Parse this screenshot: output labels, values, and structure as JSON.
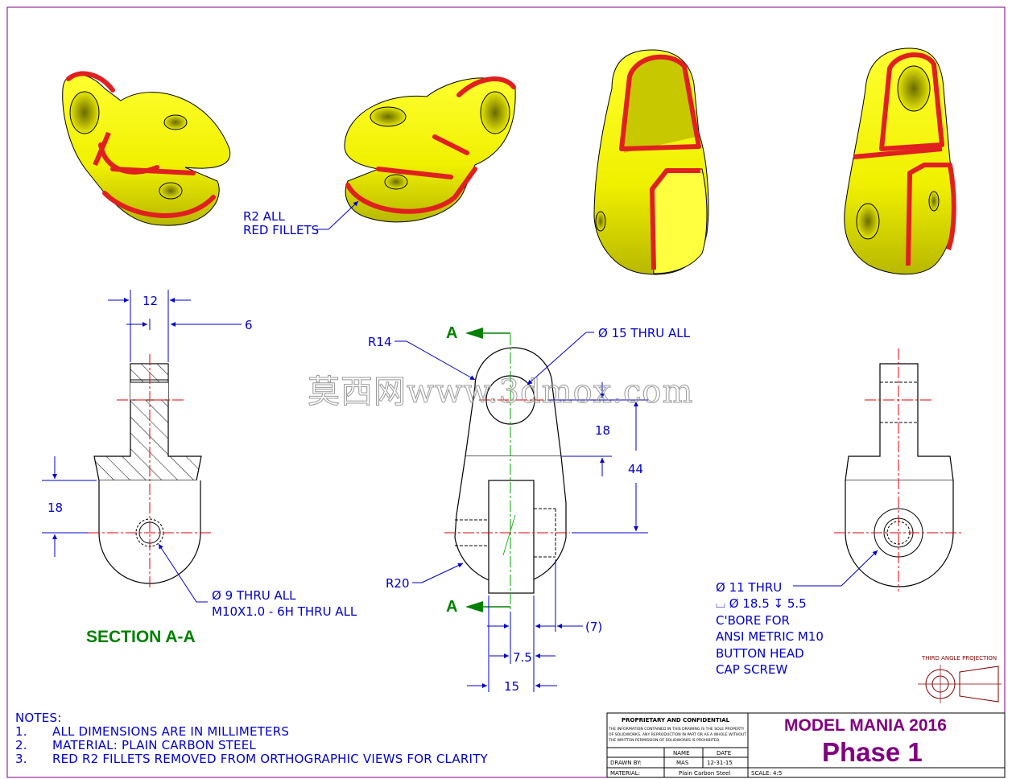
{
  "dims": {
    "d12": "12",
    "d6": "6",
    "d18_left": "18",
    "d9": "Ø 9 THRU ALL",
    "m10": "M10X1.0 - 6H THRU ALL",
    "r14": "R14",
    "d15thru": "Ø 15 THRU ALL",
    "d18_mid": "18",
    "d44": "44",
    "r20": "R20",
    "d7": "(7)",
    "d75": "7.5",
    "d15": "15",
    "fillet1": "R2 ALL",
    "fillet2": "RED FILLETS",
    "cb1": "Ø 11 THRU",
    "cb2": "⌴ Ø 18.5 ↧ 5.5",
    "cb3": "C'BORE FOR",
    "cb4": "ANSI METRIC M10",
    "cb5": "BUTTON HEAD",
    "cb6": "CAP SCREW"
  },
  "section": {
    "label": "SECTION A-A",
    "markA": "A"
  },
  "watermark": "莫西网www.3dmox.com",
  "projection": "THIRD ANGLE PROJECTION",
  "notes": {
    "title": "NOTES:",
    "items": [
      {
        "n": "1.",
        "text": "ALL DIMENSIONS ARE IN MILLIMETERS"
      },
      {
        "n": "2.",
        "text": "MATERIAL: PLAIN CARBON STEEL"
      },
      {
        "n": "3.",
        "text": "RED R2 FILLETS REMOVED FROM ORTHOGRAPHIC VIEWS FOR CLARITY"
      }
    ]
  },
  "titleblock": {
    "prop_title": "PROPRIETARY AND CONFIDENTIAL",
    "prop_l1": "THE INFORMATION CONTAINED IN THIS DRAWING IS THE SOLE PROPERTY",
    "prop_l2": "OF SOLIDWORKS. ANY REPRODUCTION IN PART OR AS A WHOLE WITHOUT",
    "prop_l3": "THE WRITTEN PERMISSION OF SOLIDWORKS IS PROHIBITED.",
    "name_hdr": "NAME",
    "date_hdr": "DATE",
    "drawn_by_label": "DRAWN BY:",
    "drawn_by": "MAS",
    "date": "12-31-15",
    "material_label": "MATERIAL:",
    "material": "Plain Carbon Steel",
    "scale": "SCALE: 4:5",
    "title": "MODEL MANIA 2016",
    "subtitle": "Phase 1"
  },
  "colors": {
    "dim": "#0000c8",
    "section": "#008000",
    "title": "#800080",
    "part": "#f2f200",
    "fillet": "#e02020",
    "center": "#e00000",
    "border": "#800080"
  }
}
